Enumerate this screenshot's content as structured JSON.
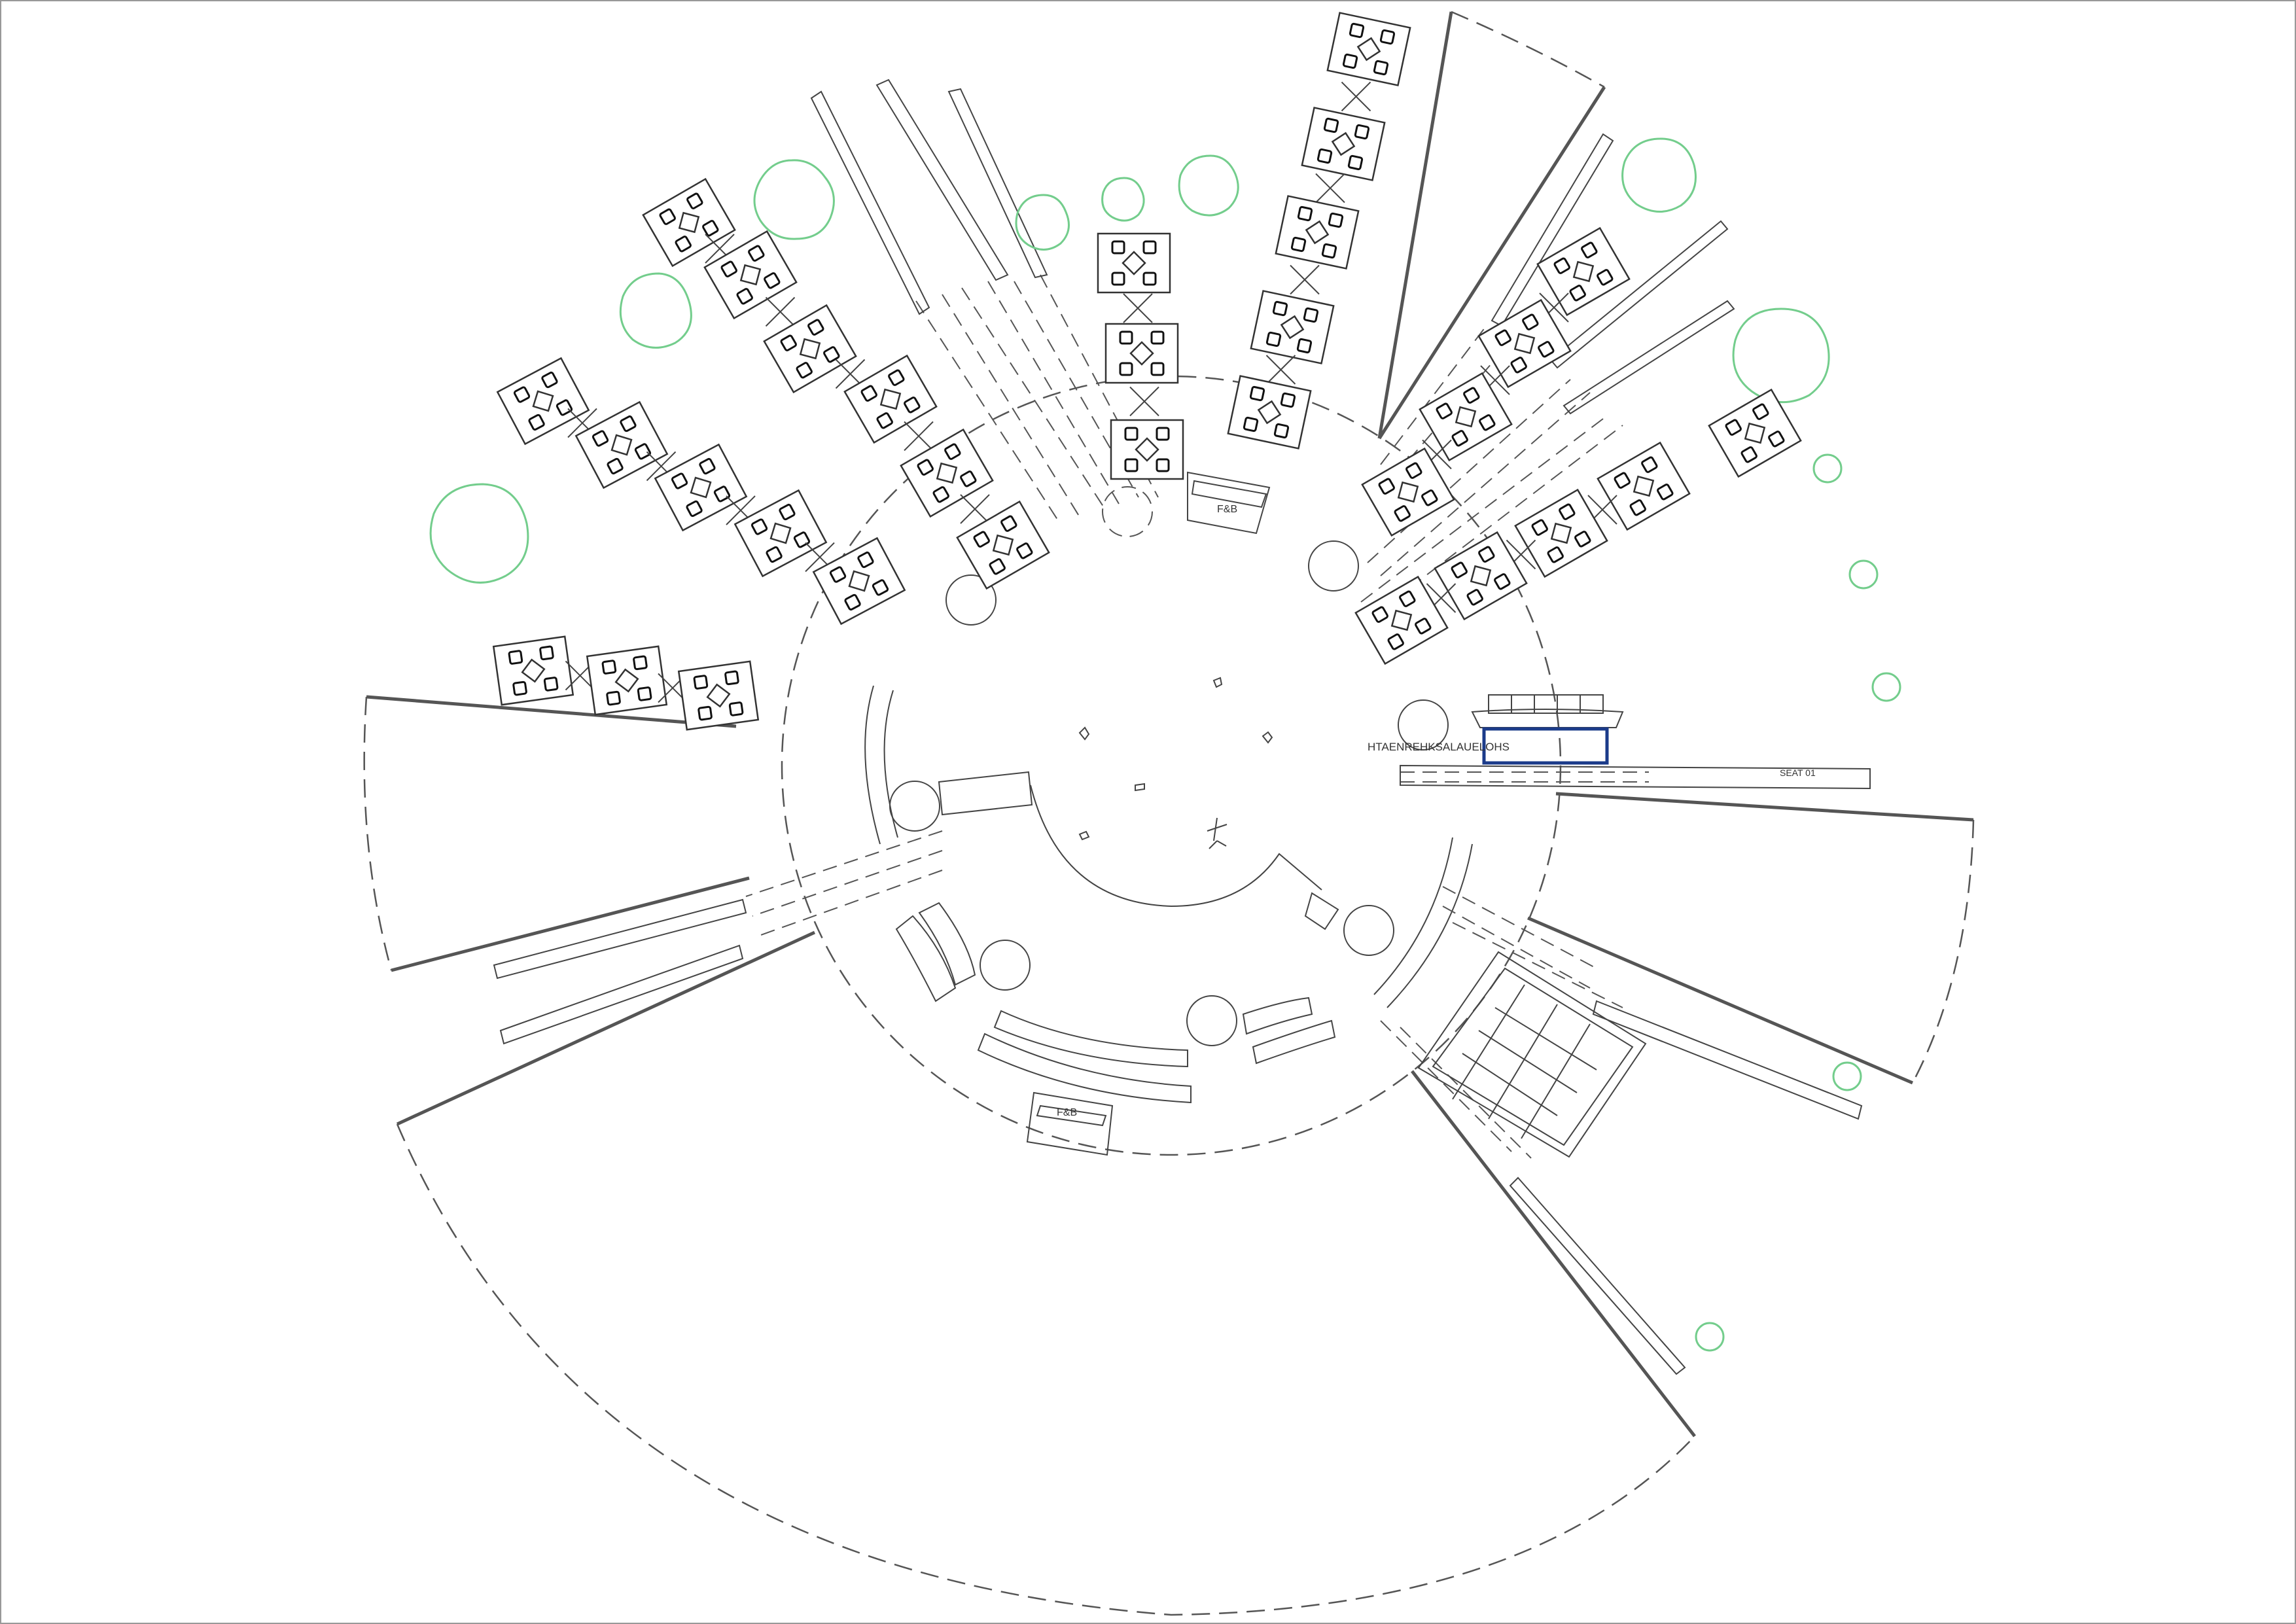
{
  "labels": {
    "kiosk_text": "HTAENREHKSALAUELOHS",
    "food_stand_1": "F&B",
    "food_stand_2": "F&B",
    "seat_strip_label": "SEAT 01"
  },
  "colors": {
    "tree": "#73cd8c",
    "kiosk": "#1b3b8a",
    "lines": "#444444"
  },
  "icons": {
    "tree": "tree-canopy-icon",
    "seat": "chair-icon",
    "person": "person-figure-icon"
  }
}
